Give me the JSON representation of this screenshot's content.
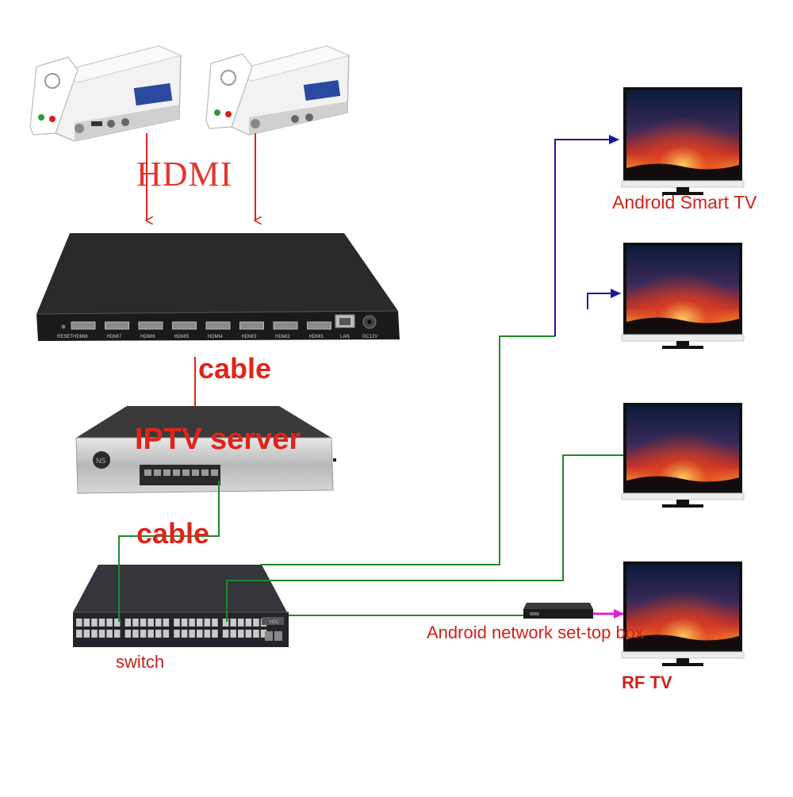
{
  "labels": {
    "hdmi": "HDMI",
    "cable_top": "cable",
    "iptv_server": "IPTV server",
    "cable_bottom": "cable",
    "switch": "switch",
    "android_smart_tv": "Android Smart TV",
    "set_top_box": "Android network set-top box",
    "rf_tv": "RF TV"
  },
  "encoder_panel": {
    "ports": [
      "HDMI8",
      "HDMI7",
      "HDMI6",
      "HDMI5",
      "HDMI4",
      "HDMI3",
      "HDMI2",
      "HDMI1"
    ],
    "reset_label": "RESET",
    "lan_label": "LAN",
    "power_label": "DC12V"
  },
  "colors": {
    "arrow_red": "#e0241b",
    "line_blue": "#1a1aa0",
    "line_green": "#1f8a2a",
    "line_magenta": "#e020d0"
  }
}
